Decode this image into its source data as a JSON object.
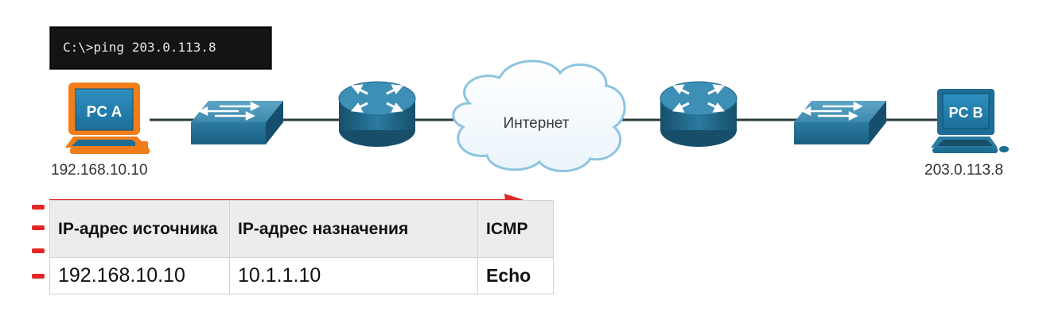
{
  "command": {
    "text": "C:\\>ping 203.0.113.8"
  },
  "network": {
    "pc_a": {
      "label": "PC A",
      "ip": "192.168.10.10"
    },
    "pc_b": {
      "label": "PC B",
      "ip": "203.0.113.8"
    },
    "cloud": {
      "label": "Интернет"
    }
  },
  "packet_table": {
    "headers": [
      "IP-адрес источника",
      "IP-адрес назначения",
      "ICMP"
    ],
    "row": {
      "source_ip": "192.168.10.10",
      "destination_ip": "10.1.1.10",
      "icmp": "Echo"
    }
  },
  "colors": {
    "pc_a_accent": "#f07d1a",
    "device_blue": "#1d6d94",
    "packet_red": "#e02626",
    "link": "#2a3b40"
  }
}
